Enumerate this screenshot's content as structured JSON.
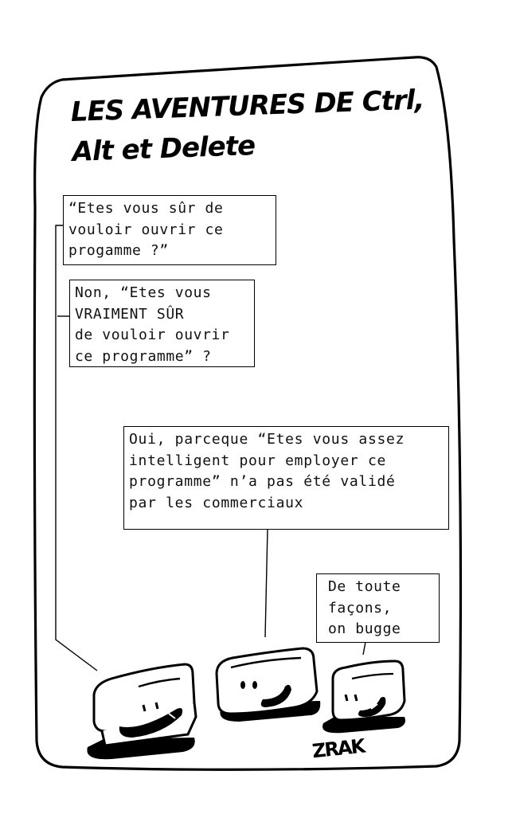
{
  "title": {
    "line1": "LES AVENTURES DE Ctrl,",
    "line2": "Alt et Delete"
  },
  "bubbles": {
    "b1": [
      "“Etes vous sûr de",
      "vouloir ouvrir ce",
      "progamme ?”"
    ],
    "b2": [
      "Non, “Etes vous",
      "VRAIMENT SÛR",
      "de vouloir ouvrir",
      "ce programme” ?"
    ],
    "b3": [
      "Oui, parceque “Etes vous assez",
      "intelligent pour employer ce",
      "programme” n’a pas été validé",
      "par les commerciaux"
    ],
    "b4": [
      "De toute",
      "façons,",
      "on bugge"
    ]
  },
  "characters": [
    "ctrl-key-character",
    "alt-key-character",
    "delete-key-character"
  ],
  "signature": "ZRAK"
}
